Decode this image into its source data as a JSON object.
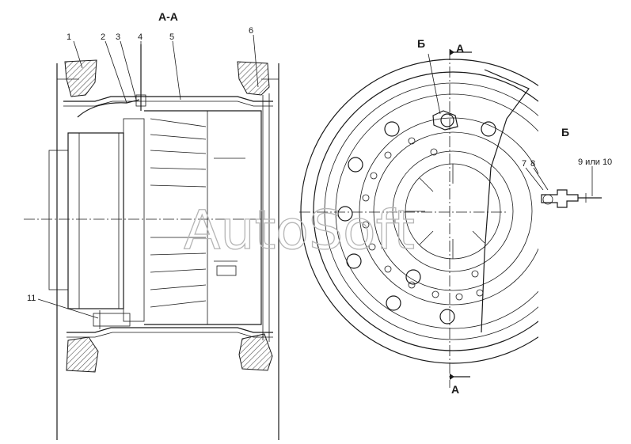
{
  "section_title": "А-А",
  "view_letter": "Б",
  "section_marker": "А",
  "callouts": [
    "1",
    "2",
    "3",
    "4",
    "5",
    "6",
    "7",
    "8",
    "9 или 10",
    "11"
  ],
  "watermark": "AutoSoft",
  "colors": {
    "ink": "#1a1a1a",
    "hatch": "#555555",
    "watermark": "#b5b5b5",
    "background": "#ffffff"
  }
}
